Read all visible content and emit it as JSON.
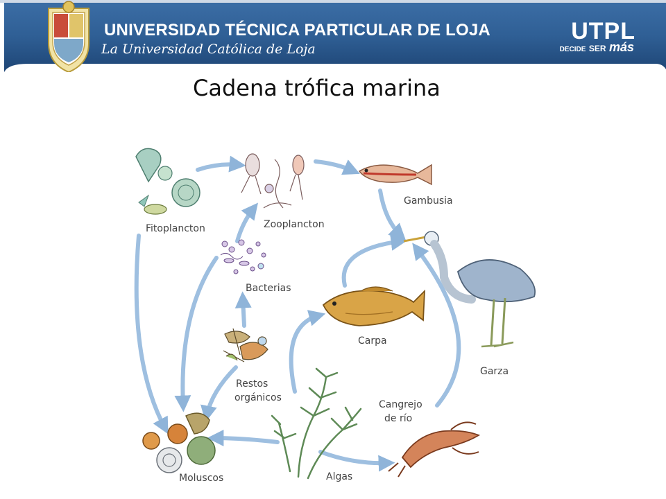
{
  "header": {
    "university_name": "UNIVERSIDAD TÉCNICA PARTICULAR DE LOJA",
    "university_subtitle": "La Universidad Católica de Loja",
    "brand": "UTPL",
    "tagline_1": "DECIDE",
    "tagline_2": "SER",
    "tagline_3": "más",
    "colors": {
      "banner": "#2f5f95",
      "banner_dark": "#1e4575",
      "arrow": "#8fb4d9"
    }
  },
  "title": "Cadena trófica marina",
  "diagram": {
    "labels": {
      "fitoplancton": "Fitoplancton",
      "zooplancton": "Zooplancton",
      "gambusia": "Gambusia",
      "bacterias": "Bacterias",
      "carpa": "Carpa",
      "garza": "Garza",
      "restos_1": "Restos",
      "restos_2": "orgánicos",
      "cangrejo_1": "Cangrejo",
      "cangrejo_2": "de río",
      "moluscos": "Moluscos",
      "algas": "Algas"
    }
  }
}
